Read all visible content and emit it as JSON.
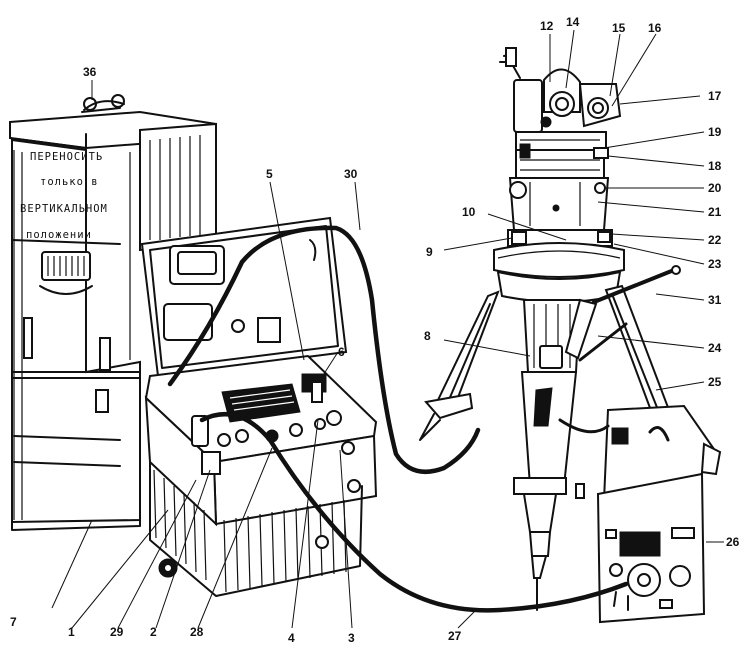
{
  "case_label": {
    "lines": [
      "ПЕРЕНОСИТЬ",
      "только в",
      "ВЕРТИКАЛЬНОМ",
      "положении"
    ]
  },
  "callouts": [
    "1",
    "2",
    "3",
    "4",
    "5",
    "6",
    "7",
    "8",
    "9",
    "10",
    "12",
    "14",
    "15",
    "16",
    "17",
    "18",
    "19",
    "20",
    "21",
    "22",
    "23",
    "24",
    "25",
    "26",
    "27",
    "28",
    "29",
    "30",
    "31",
    "36"
  ]
}
